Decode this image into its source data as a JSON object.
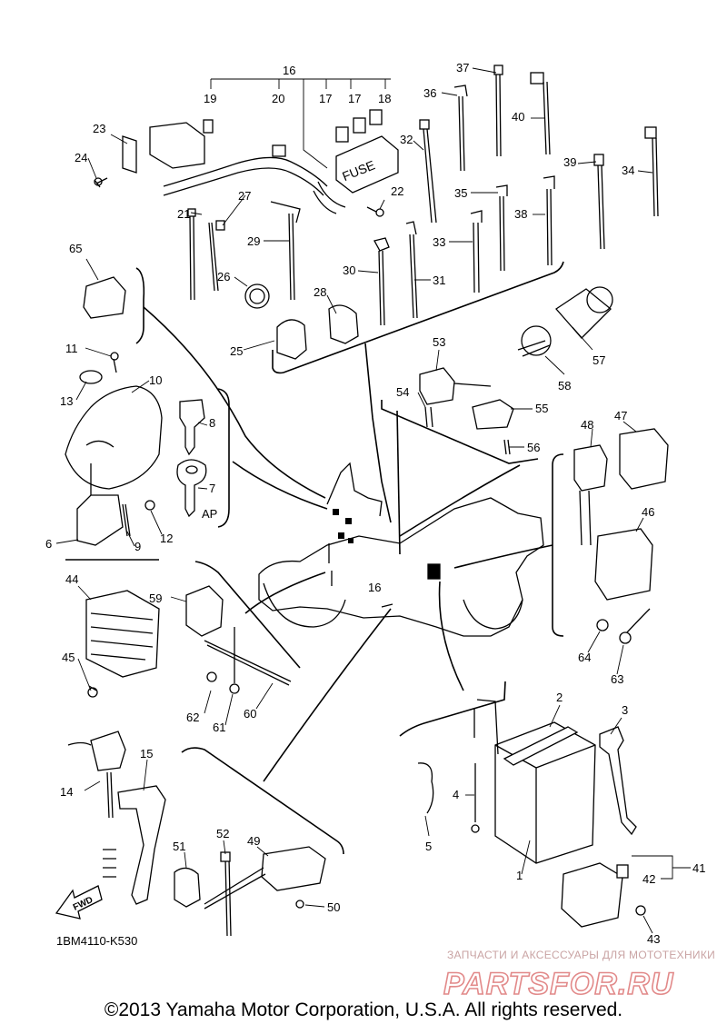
{
  "drawing_code": "1BM4110-K530",
  "copyright": "©2013 Yamaha Motor Corporation, U.S.A. All rights reserved.",
  "watermark": {
    "tagline": "ЗАПЧАСТИ И АКСЕССУАРЫ ДЛЯ МОТОТЕХНИКИ",
    "logo": "PARTSFOR.RU",
    "color": "#e28a8a"
  },
  "fwd_label": "FWD",
  "fuse_label": "FUSE",
  "key_group_label": "AP",
  "part_numbers": [
    "1",
    "2",
    "3",
    "4",
    "5",
    "6",
    "7",
    "8",
    "9",
    "10",
    "11",
    "12",
    "13",
    "14",
    "15",
    "16",
    "17",
    "17",
    "18",
    "19",
    "20",
    "21",
    "22",
    "23",
    "24",
    "25",
    "26",
    "27",
    "28",
    "29",
    "30",
    "31",
    "32",
    "33",
    "34",
    "35",
    "36",
    "37",
    "38",
    "39",
    "40",
    "41",
    "42",
    "43",
    "44",
    "45",
    "46",
    "47",
    "48",
    "49",
    "50",
    "51",
    "52",
    "53",
    "54",
    "55",
    "56",
    "57",
    "58",
    "59",
    "60",
    "61",
    "62",
    "63",
    "64",
    "65"
  ]
}
